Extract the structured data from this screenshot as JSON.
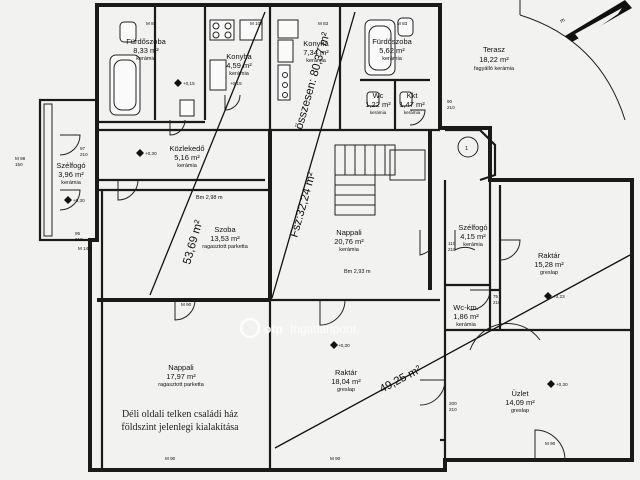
{
  "rooms": [
    {
      "name": "Fürdőszoba",
      "area": "8,33 m²",
      "floor": "kerámia"
    },
    {
      "name": "Konyha",
      "area": "4,59 m²",
      "floor": "kerámia"
    },
    {
      "name": "Konyha",
      "area": "7,34 m²",
      "floor": "kerámia"
    },
    {
      "name": "Fürdőszoba",
      "area": "5,62 m²",
      "floor": "kerámia"
    },
    {
      "name": "Wc",
      "area": "1,22 m²",
      "floor": "kerámia"
    },
    {
      "name": "Kkt",
      "area": "1,47 m²",
      "floor": "kerámia"
    },
    {
      "name": "Terasz",
      "area": "18,22 m²",
      "floor": "fagyálló kerámia"
    },
    {
      "name": "Közlekedő",
      "area": "5,16 m²",
      "floor": "kerámia"
    },
    {
      "name": "Szélfogó",
      "area": "3,96 m²",
      "floor": "kerámia"
    },
    {
      "name": "Szoba",
      "area": "13,53 m²",
      "floor": "ragasztott parketta"
    },
    {
      "name": "Nappali",
      "area": "20,76 m²",
      "floor": "kerámia"
    },
    {
      "name": "Szélfogó",
      "area": "4,15 m²",
      "floor": "kerámia"
    },
    {
      "name": "Raktár",
      "area": "15,28 m²",
      "floor": "greslap"
    },
    {
      "name": "Wc-km.",
      "area": "1,86 m²",
      "floor": "kerámia"
    },
    {
      "name": "Nappali",
      "area": "17,97 m²",
      "floor": "ragasztott parketta"
    },
    {
      "name": "Raktár",
      "area": "18,04 m²",
      "floor": "greslap"
    },
    {
      "name": "Üzlet",
      "area": "14,09 m²",
      "floor": "greslap"
    }
  ],
  "area_labels": {
    "left": "53,69 m²",
    "ground": "Fsz:32,24 m²",
    "total": "összesen: 80,37 m²",
    "right": "49,25 m²"
  },
  "ceiling_heights": [
    "Bm 2,98 m",
    "Bm 2,93 m"
  ],
  "levels": [
    "+0,15",
    "+0,15",
    "+0,30",
    "+0,30",
    "+0,30",
    "+0,23",
    "+0,30"
  ],
  "dimensions": [
    "M 83",
    "M 108",
    "M 83",
    "M 83",
    "90",
    "210",
    "97",
    "210",
    "M 98",
    "150",
    "95",
    "210",
    "M 140",
    "M 90",
    "200",
    "210",
    "M 90",
    "M 90",
    "M 90",
    "75",
    "210",
    "110",
    "210"
  ],
  "caption": {
    "line1": "Déli oldali telken családi ház",
    "line2": "földszint jelenlegi kialakítása"
  },
  "watermark": {
    "brand": "otp",
    "tagline": "Ingatlanpont"
  },
  "entrance_number": "1"
}
